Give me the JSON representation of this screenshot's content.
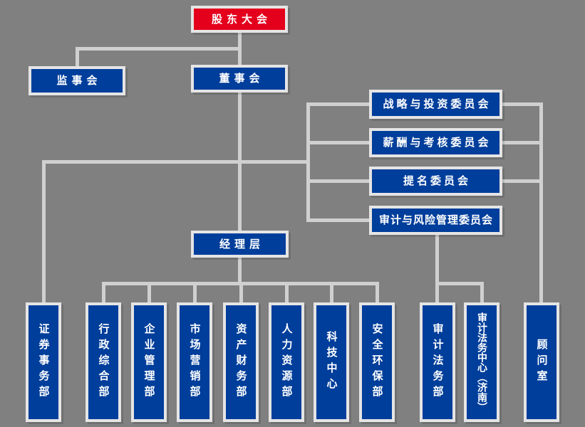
{
  "colors": {
    "background": "#808080",
    "box_blue": "#003e9b",
    "box_red": "#e4001c",
    "border": "#e5e5e5",
    "line": "#d0d0d0",
    "text": "#ffffff"
  },
  "nodes": {
    "shareholders_meeting": "股东大会",
    "supervisory_board": "监事会",
    "board_of_directors": "董事会",
    "strategy_investment_committee": "战略与投资委员会",
    "remuneration_appraisal_committee": "薪酬与考核委员会",
    "nomination_committee": "提名委员会",
    "audit_risk_committee": "审计与风险管理委员会",
    "management_team": "经理层",
    "securities_affairs_dept": "证券事务部",
    "admin_general_dept": "行政综合部",
    "enterprise_mgmt_dept": "企业管理部",
    "marketing_dept": "市场营销部",
    "asset_finance_dept": "资产财务部",
    "hr_dept": "人力资源部",
    "technology_center": "科技中心",
    "safety_env_dept": "安全环保部",
    "audit_legal_dept": "审计法务部",
    "audit_legal_center_jinan": "审计法务中心（济南）",
    "advisory_office": "顾问室"
  }
}
